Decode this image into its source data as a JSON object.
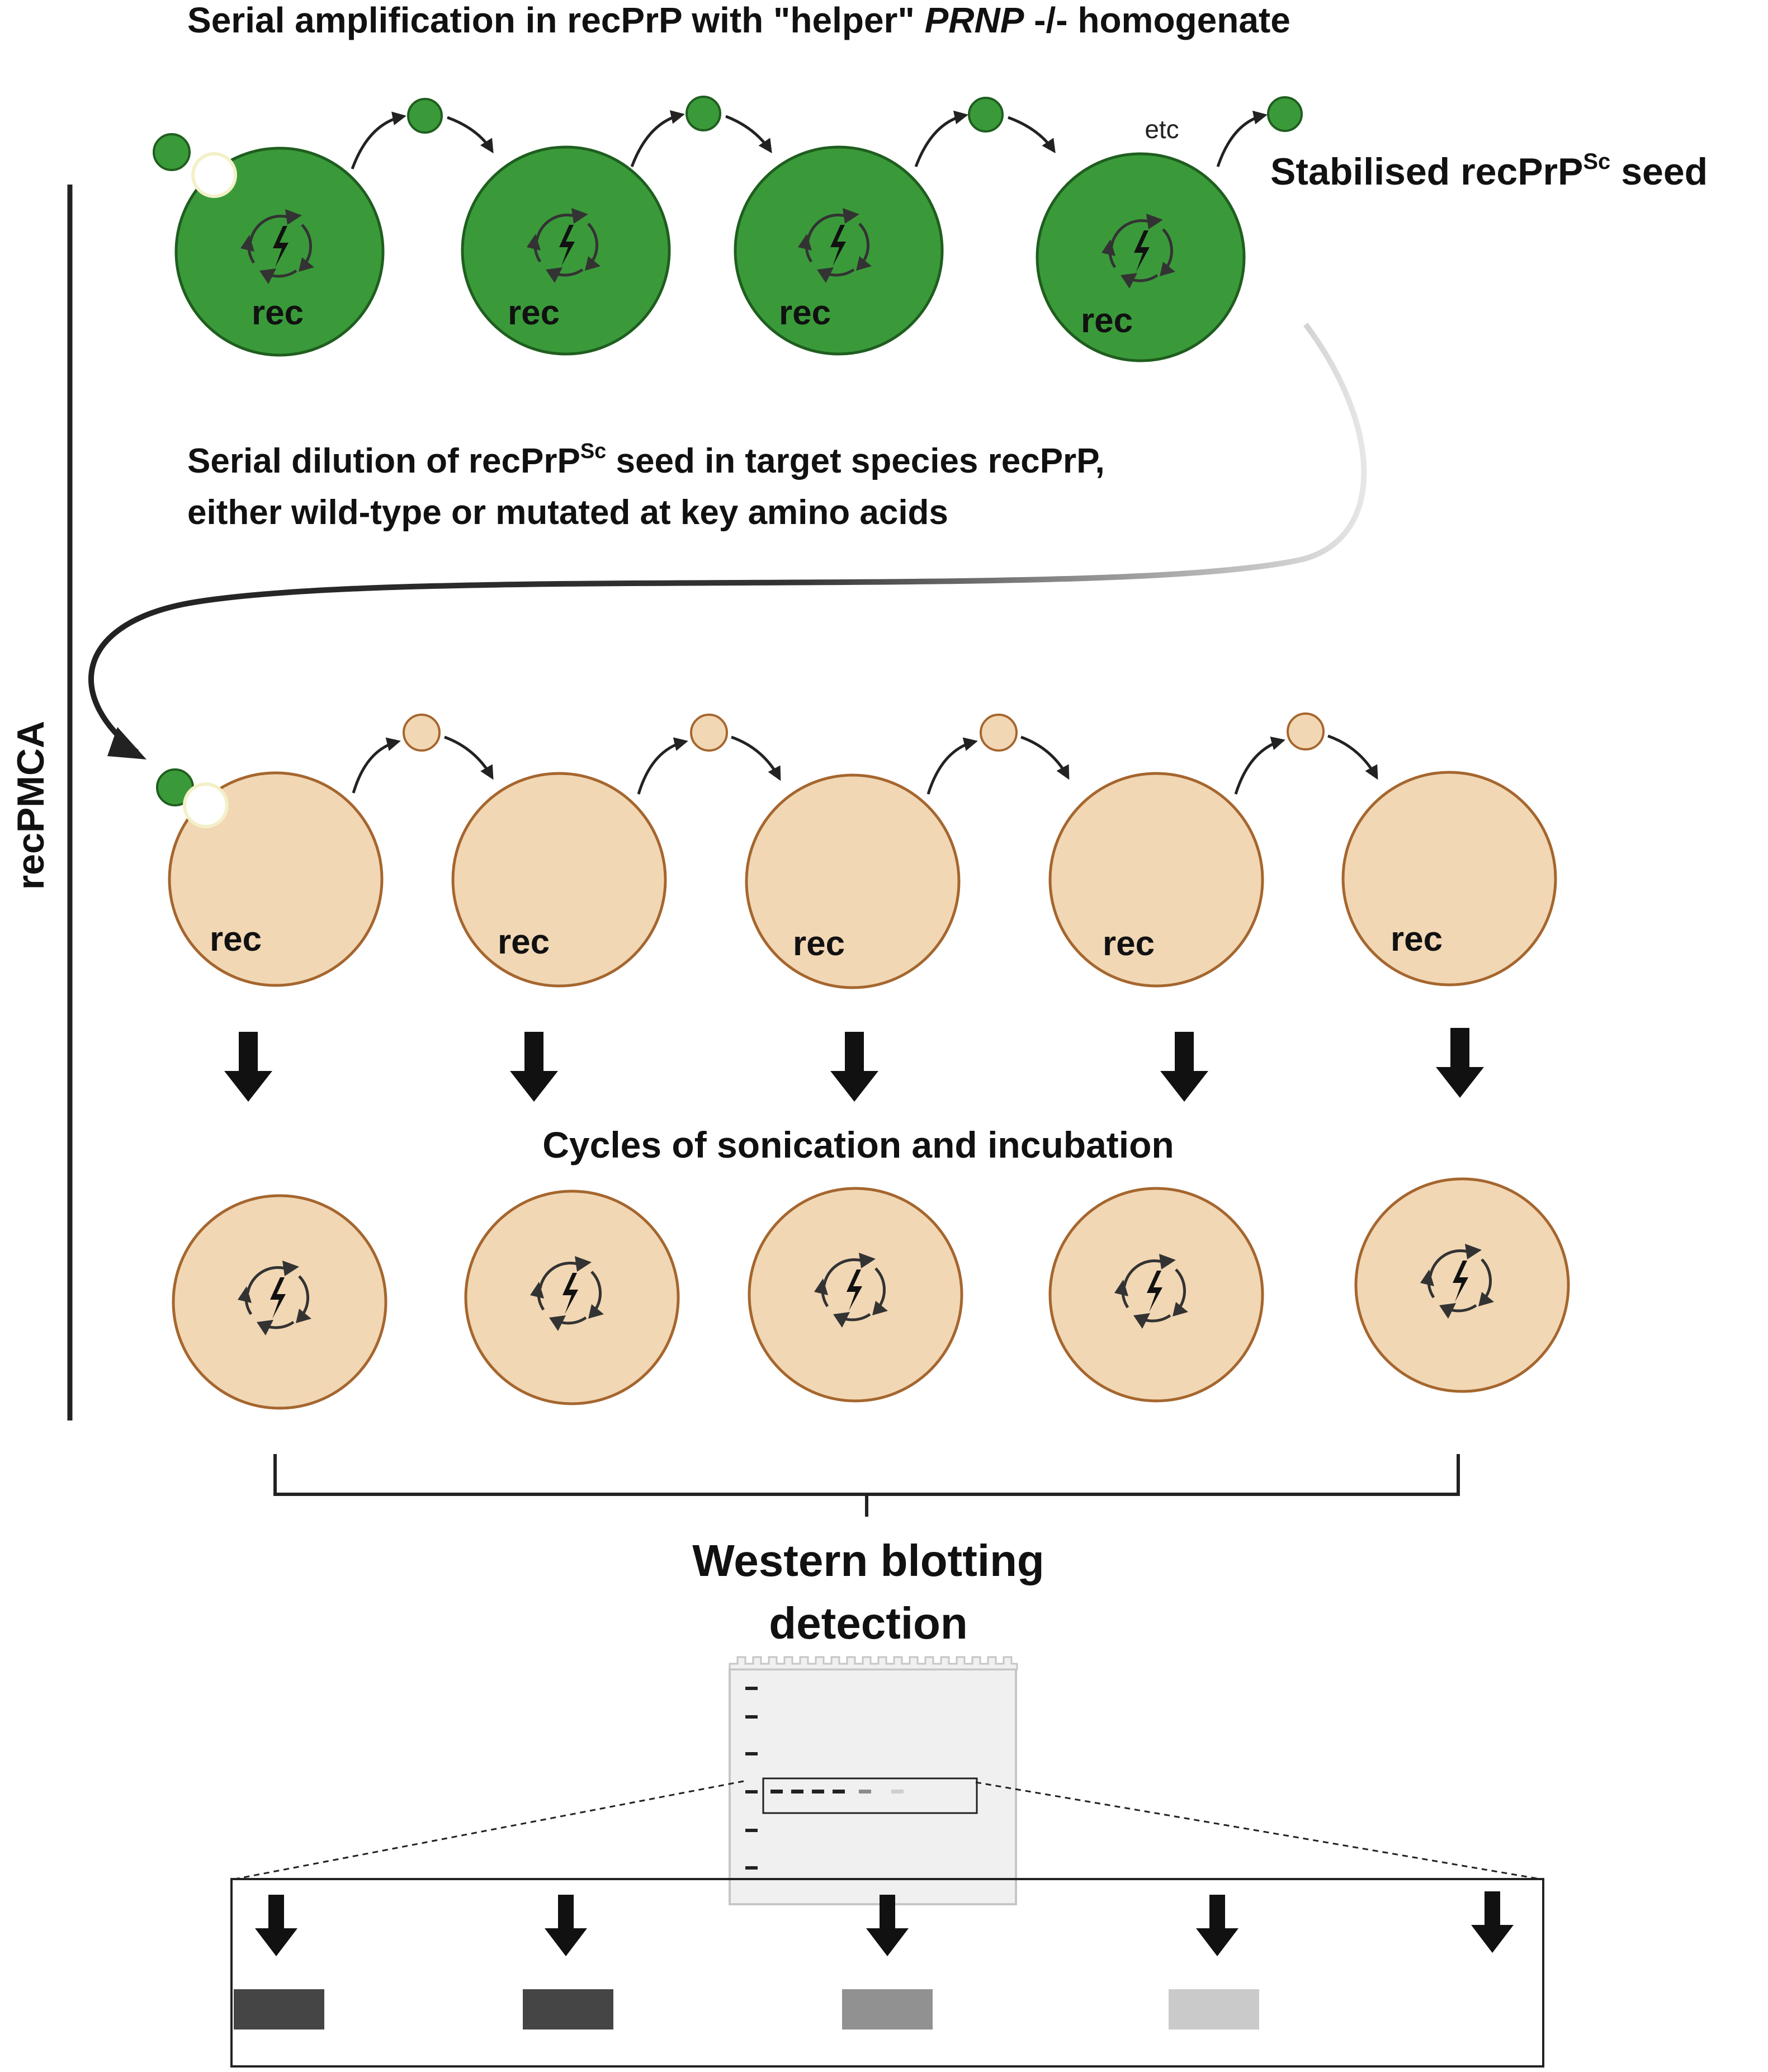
{
  "title": {
    "prefix": "Serial amplification in recPrP with \"helper\" ",
    "gene": "PRNP",
    "suffix": " -/- homogenate"
  },
  "etc_label": "etc",
  "stabilised_seed": {
    "text": "Stabilised  recPrP",
    "sup": "Sc",
    "tail": " seed"
  },
  "serial_dilution": {
    "line1_prefix": "Serial dilution of recPrP",
    "line1_sup": "Sc",
    "line1_suffix": " seed in target species recPrP,",
    "line2": "either wild-type or mutated at key amino acids"
  },
  "side_label": "recPMCA",
  "tube_label": "rec",
  "cycles_label": "Cycles of sonication and incubation",
  "western": {
    "line1": "Western blotting",
    "line2": "detection"
  },
  "colors": {
    "green_fill": "#3a9a3a",
    "green_stroke": "#1f5e1f",
    "tan_fill": "#f1d7b4",
    "tan_stroke": "#a5662e",
    "arrow": "#222222"
  },
  "band_intensity": [
    0.85,
    0.85,
    0.45,
    0.15,
    0.0
  ]
}
